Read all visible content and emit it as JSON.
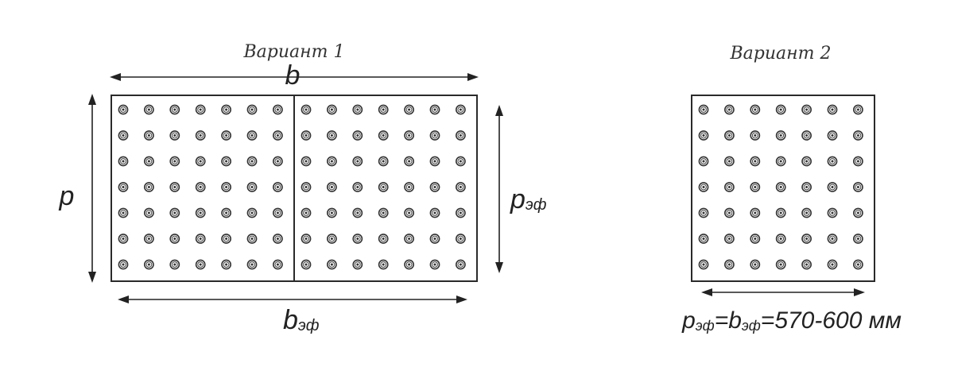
{
  "variant1": {
    "caption": "Вариант 1",
    "dim_top": "b",
    "dim_left": "p",
    "dim_right_main": "p",
    "dim_right_sub": "эф",
    "dim_bottom_main": "b",
    "dim_bottom_sub": "эф",
    "halves": 2,
    "rows": 7,
    "cols_per_half": 7
  },
  "variant2": {
    "caption": "Вариант 2",
    "rows": 7,
    "cols": 7,
    "formula": [
      {
        "text": "p",
        "sub": false
      },
      {
        "text": "эф",
        "sub": true
      },
      {
        "text": "=b",
        "sub": false
      },
      {
        "text": "эф",
        "sub": true
      },
      {
        "text": "=570-600 мм",
        "sub": false
      }
    ]
  },
  "colors": {
    "line": "#222222",
    "stud": "#333333"
  }
}
